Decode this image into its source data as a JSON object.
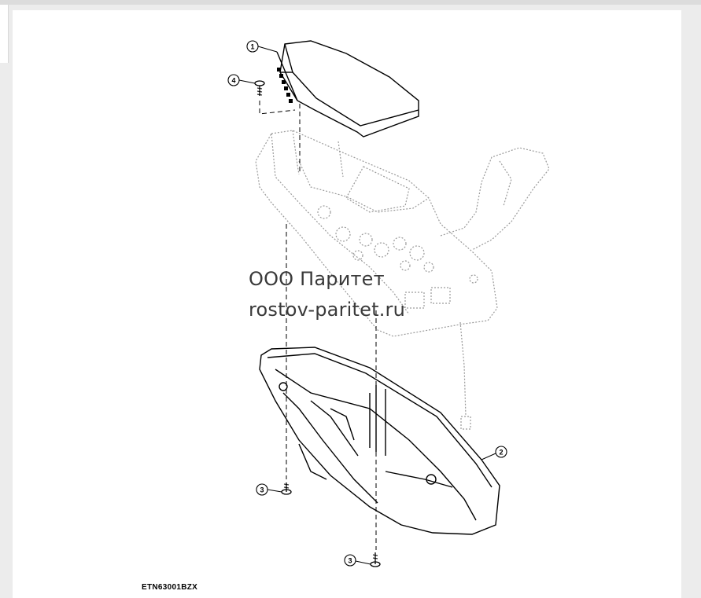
{
  "watermark": {
    "line1": "ООО Паритет",
    "line2": "rostov-paritet.ru"
  },
  "figure_id": "ETN63001BZX",
  "callouts": [
    {
      "label": "1",
      "part": "armrest-cover"
    },
    {
      "label": "2",
      "part": "lower-housing"
    },
    {
      "label": "3",
      "part": "screw"
    },
    {
      "label": "3",
      "part": "screw"
    },
    {
      "label": "4",
      "part": "screw"
    }
  ],
  "colors": {
    "background": "#ececec",
    "panel": "#ffffff",
    "line": "#000000",
    "ghost": "#9a9a9a"
  }
}
